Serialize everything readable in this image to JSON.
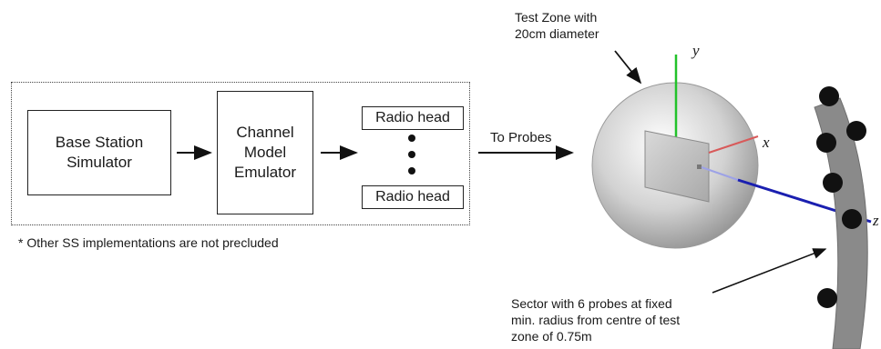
{
  "left_block": {
    "base_station_label": "Base Station\nSimulator",
    "channel_model_label": "Channel\nModel\nEmulator",
    "radio_head_top": "Radio head",
    "radio_head_bottom": "Radio head",
    "footnote": "* Other SS implementations are not precluded"
  },
  "arrow_label": "To Probes",
  "test_zone_label": "Test Zone with\n20cm diameter",
  "sector_label": "Sector with 6 probes at fixed\nmin. radius from centre of test\nzone of 0.75m",
  "axes": {
    "y": "y",
    "x": "x",
    "z": "z"
  },
  "colors": {
    "y_axis": "#22c22a",
    "x_axis": "#d85a5a",
    "z_axis": "#1a1fb0",
    "sector": "#8a8a8a",
    "probe": "#111111"
  }
}
